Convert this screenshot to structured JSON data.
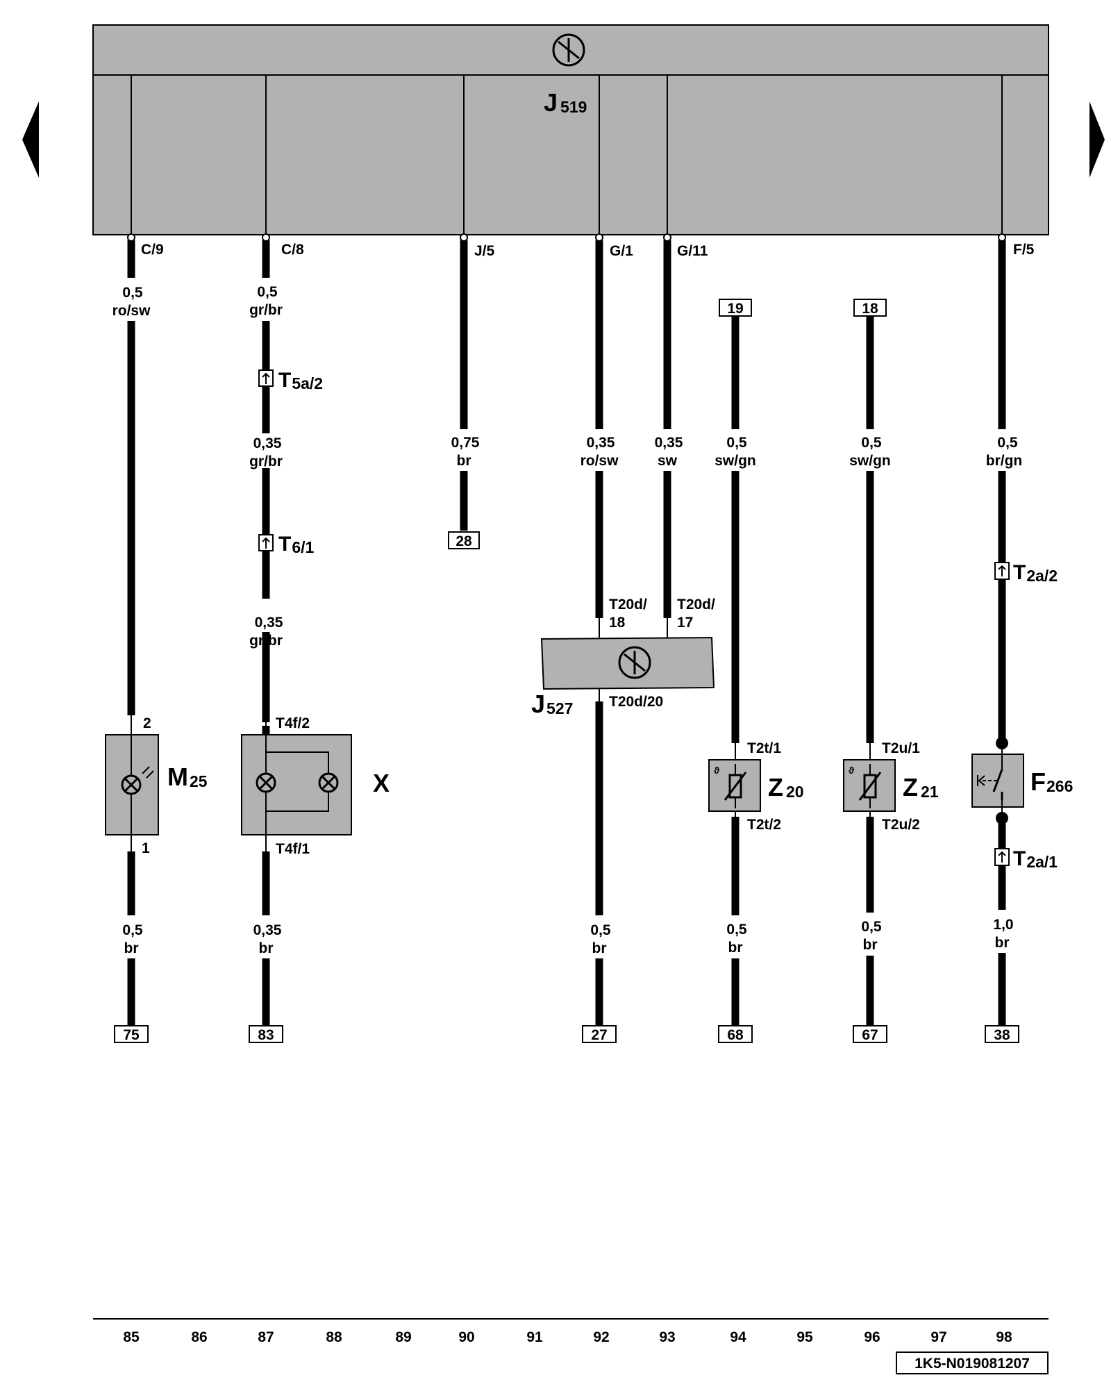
{
  "nav": {
    "prev_label": "previous page",
    "next_label": "next page"
  },
  "control_unit": {
    "code": "J",
    "sub": "519"
  },
  "pins": {
    "c9": "C/9",
    "c8": "C/8",
    "j5": "J/5",
    "g1": "G/1",
    "g11": "G/11",
    "f5": "F/5"
  },
  "wires": {
    "w85_top": {
      "size": "0,5",
      "color": "ro/sw"
    },
    "w87_top": {
      "size": "0,5",
      "color": "gr/br"
    },
    "w87_mid": {
      "size": "0,35",
      "color": "gr/br"
    },
    "w87_low": {
      "size": "0,35",
      "color": "gr/br"
    },
    "w90": {
      "size": "0,75",
      "color": "br"
    },
    "w92": {
      "size": "0,35",
      "color": "ro/sw"
    },
    "w93": {
      "size": "0,35",
      "color": "sw"
    },
    "w94": {
      "size": "0,5",
      "color": "sw/gn"
    },
    "w96": {
      "size": "0,5",
      "color": "sw/gn"
    },
    "w98": {
      "size": "0,5",
      "color": "br/gn"
    },
    "w85_bot": {
      "size": "0,5",
      "color": "br"
    },
    "w87_bot": {
      "size": "0,35",
      "color": "br"
    },
    "w92_bot": {
      "size": "0,5",
      "color": "br"
    },
    "w94_bot": {
      "size": "0,5",
      "color": "br"
    },
    "w96_bot": {
      "size": "0,5",
      "color": "br"
    },
    "w98_bot": {
      "size": "1,0",
      "color": "br"
    }
  },
  "connectors": {
    "t5a": {
      "code": "T",
      "sub": "5a/2"
    },
    "t6": {
      "code": "T",
      "sub": "6/1"
    },
    "t2a2": {
      "code": "T",
      "sub": "2a/2"
    },
    "t2a1": {
      "code": "T",
      "sub": "2a/1"
    },
    "t20d18_a": "T20d/",
    "t20d18_b": "18",
    "t20d17_a": "T20d/",
    "t20d17_b": "17",
    "t20d20": "T20d/20",
    "m25_top": "2",
    "m25_bot": "1",
    "x_top": "T4f/2",
    "x_bot": "T4f/1",
    "z20_top": "T2t/1",
    "z20_bot": "T2t/2",
    "z21_top": "T2u/1",
    "z21_bot": "T2u/2"
  },
  "components": {
    "j527": {
      "code": "J",
      "sub": "527"
    },
    "m25": {
      "code": "M",
      "sub": "25"
    },
    "x": {
      "code": "X"
    },
    "z20": {
      "code": "Z",
      "sub": "20"
    },
    "z21": {
      "code": "Z",
      "sub": "21"
    },
    "f266": {
      "code": "F",
      "sub": "266"
    }
  },
  "references": {
    "r19": "19",
    "r18": "18",
    "r28": "28",
    "r75": "75",
    "r83": "83",
    "r27": "27",
    "r68": "68",
    "r67": "67",
    "r38": "38"
  },
  "scale": [
    "85",
    "86",
    "87",
    "88",
    "89",
    "90",
    "91",
    "92",
    "93",
    "94",
    "95",
    "96",
    "97",
    "98"
  ],
  "doc_id": "1K5-N019081207"
}
